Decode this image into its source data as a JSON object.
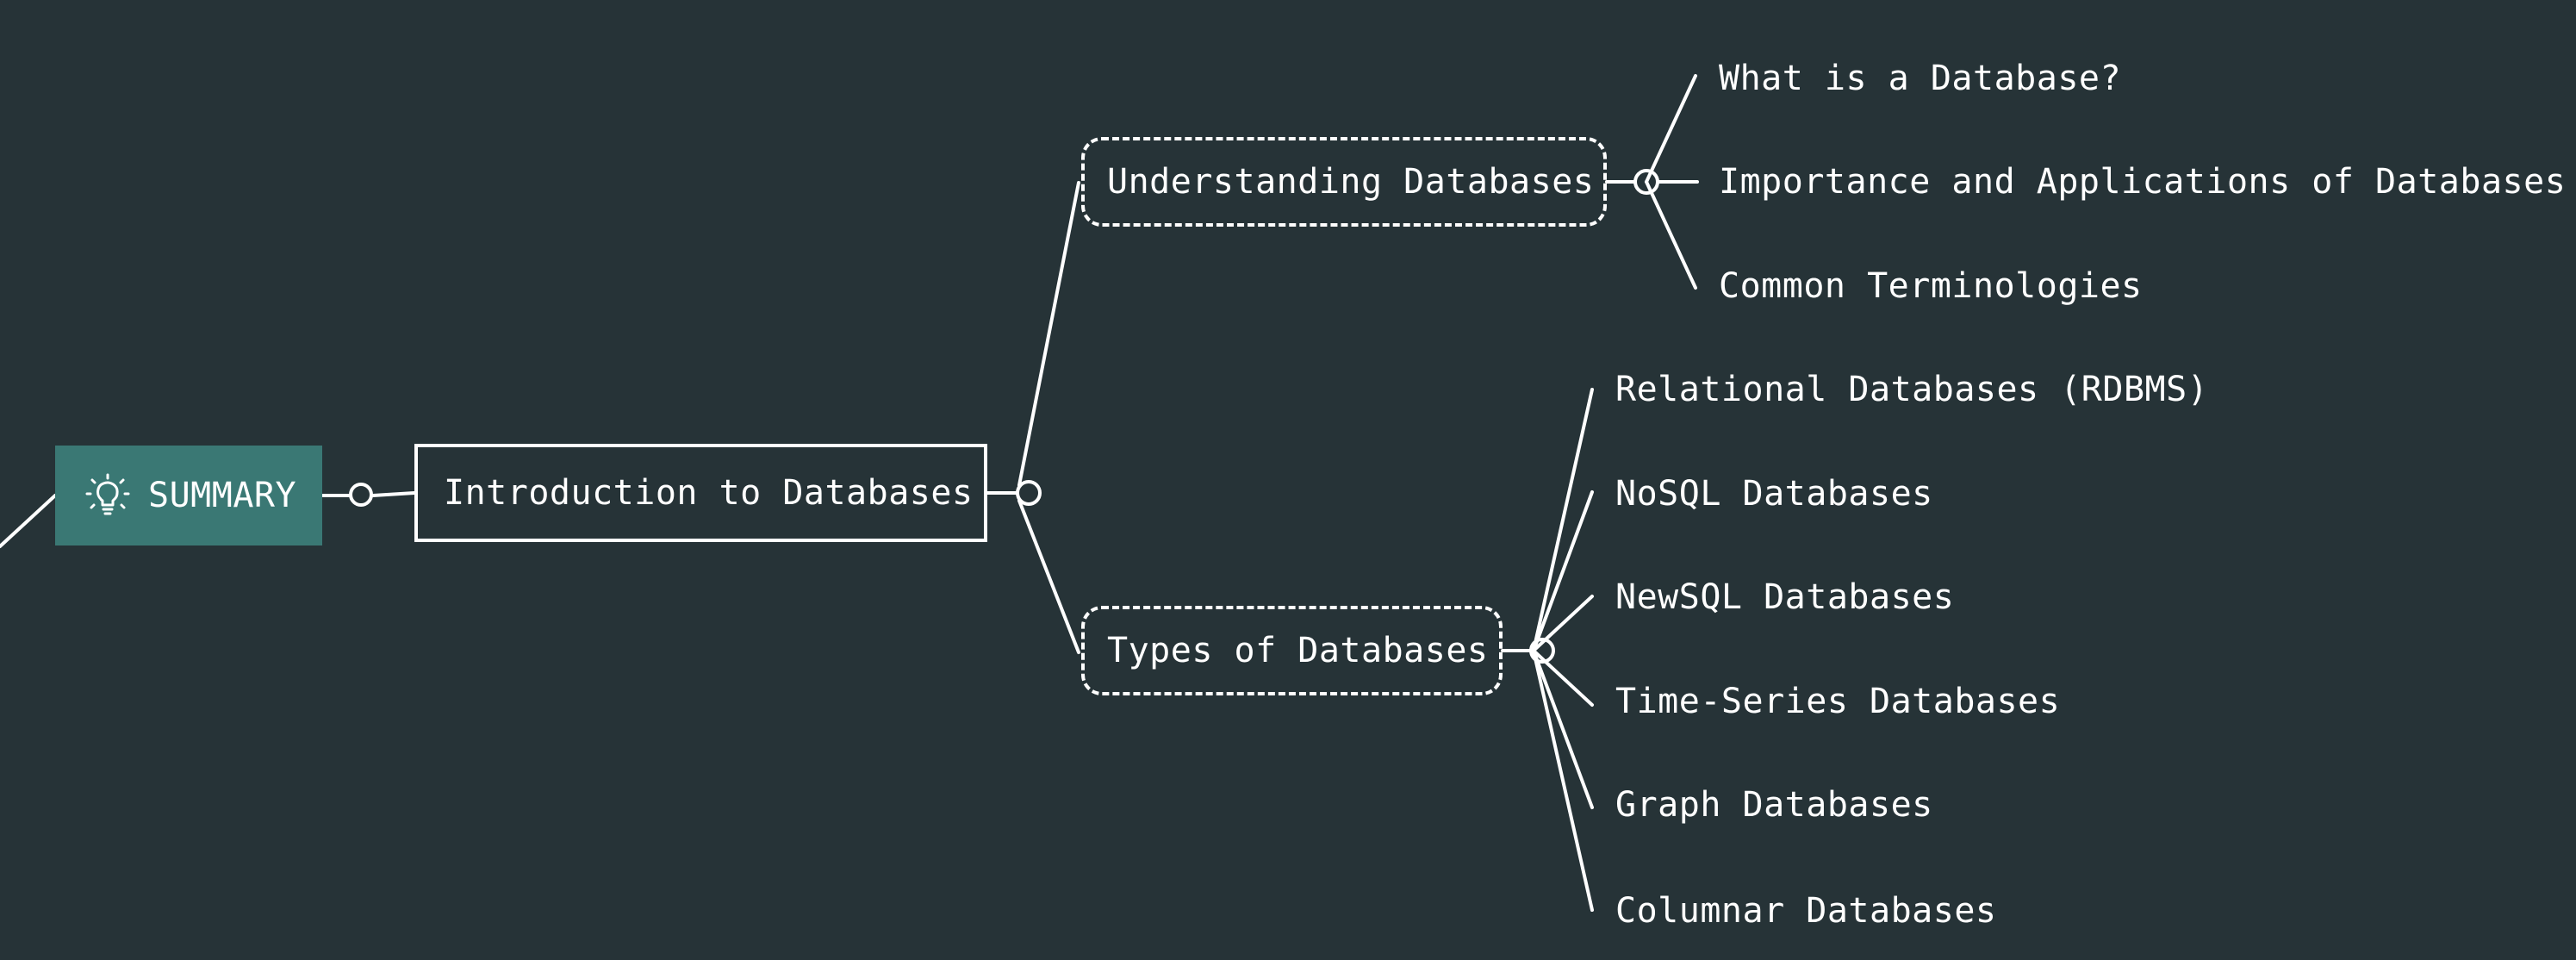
{
  "root": {
    "label": "SUMMARY",
    "icon": "lightbulb-icon",
    "background_color": "#3a7874"
  },
  "topic": {
    "label": "Introduction to Databases"
  },
  "branches": [
    {
      "label": "Understanding Databases",
      "children": [
        "What is a Database?",
        "Importance and Applications of Databases",
        "Common Terminologies"
      ]
    },
    {
      "label": "Types of Databases",
      "children": [
        "Relational Databases (RDBMS)",
        "NoSQL Databases",
        "NewSQL Databases",
        "Time-Series Databases",
        "Graph Databases",
        "Columnar Databases"
      ]
    }
  ],
  "colors": {
    "background": "#263337",
    "line": "#ffffff",
    "text": "#ffffff"
  }
}
